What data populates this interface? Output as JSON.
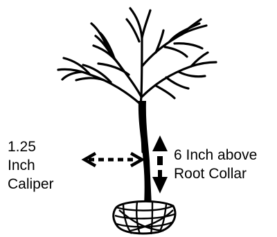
{
  "labels": {
    "caliper": [
      "1.25",
      "Inch",
      "Caliper"
    ],
    "height": [
      "6 Inch above",
      "Root Collar"
    ]
  },
  "colors": {
    "ink": "#000000",
    "background": "#ffffff"
  }
}
